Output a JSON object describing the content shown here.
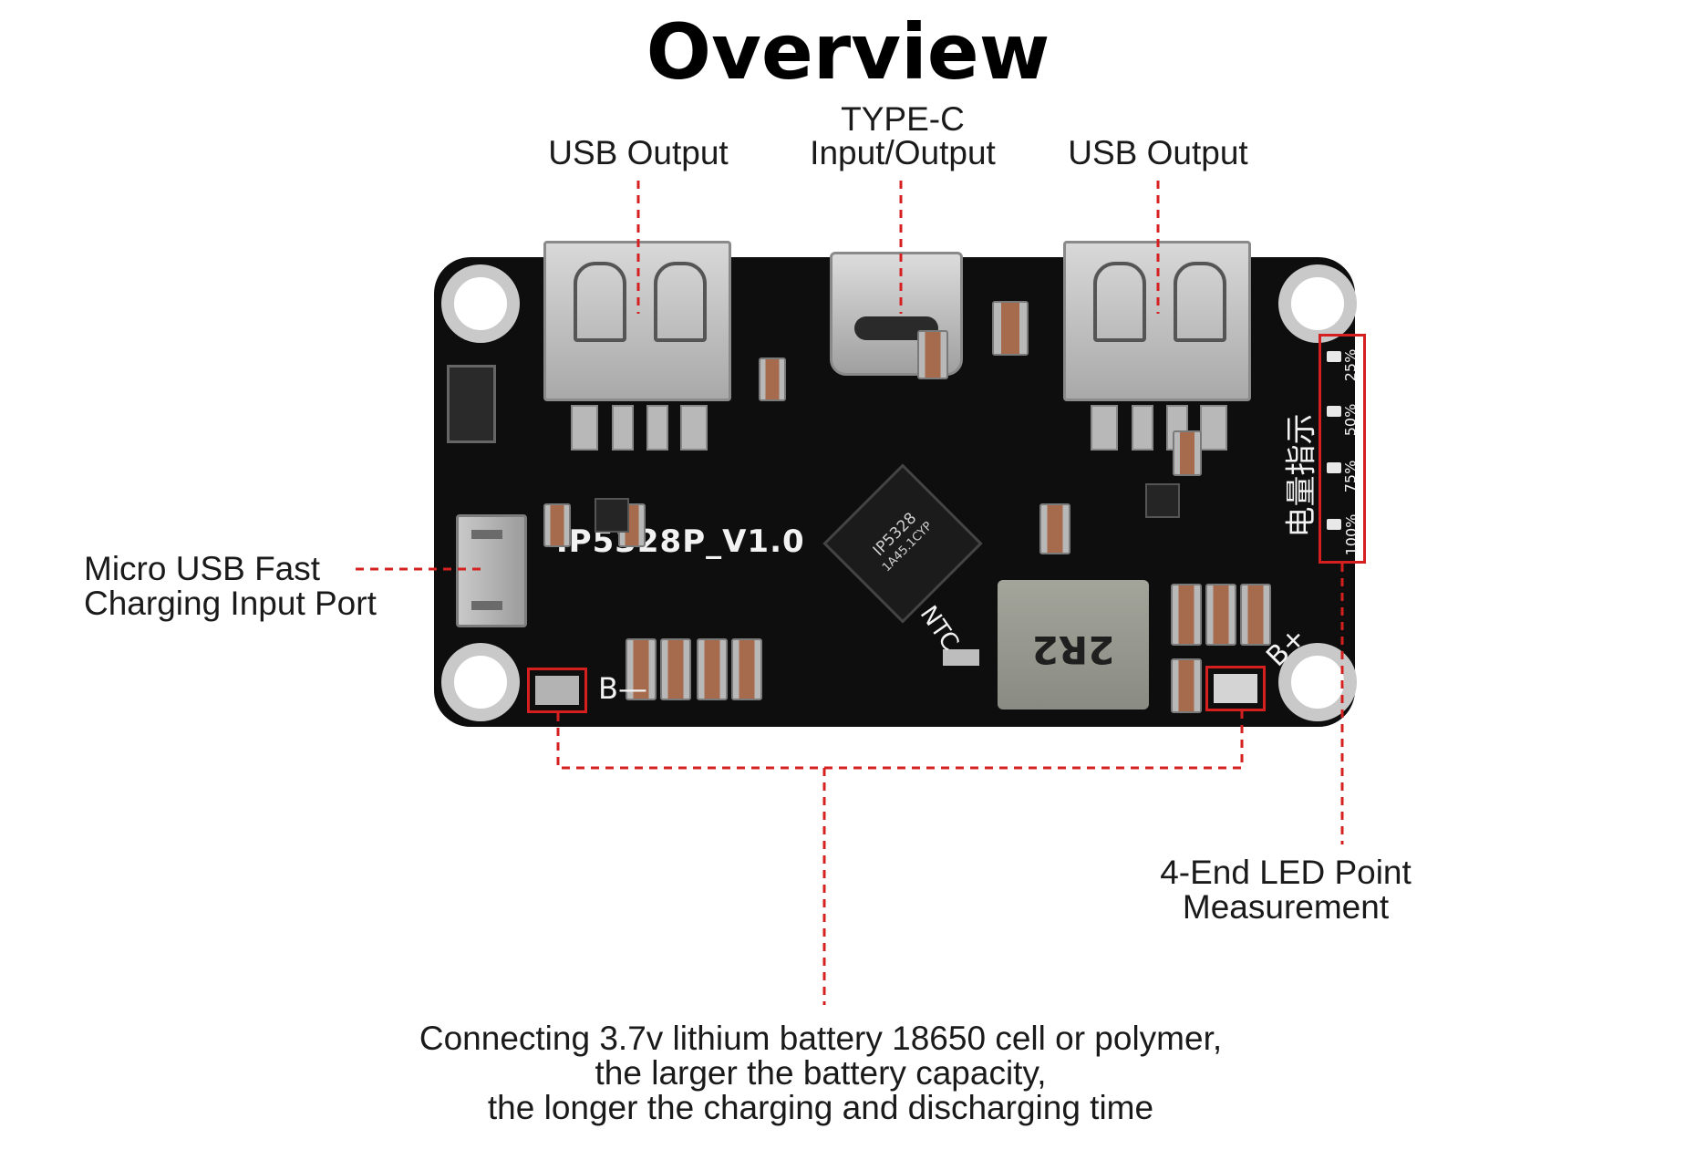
{
  "title": "Overview",
  "labels": {
    "usb_output_left": "USB Output",
    "typec_line1": "TYPE-C",
    "typec_line2": "Input/Output",
    "usb_output_right": "USB Output",
    "micro_usb_line1": "Micro USB Fast",
    "micro_usb_line2": "Charging Input Port",
    "led_line1": "4-End LED Point",
    "led_line2": "Measurement",
    "battery_line1": "Connecting 3.7v lithium battery 18650 cell or polymer,",
    "battery_line2": "the larger the battery capacity,",
    "battery_line3": "the longer the charging and discharging time"
  },
  "board": {
    "model": "IP5328P_V1.0",
    "chip_line1": "IP5328",
    "chip_line2": "1A45.1CYP",
    "inductor_mark": "2R2",
    "ntc": "NTC",
    "b_minus": "B—",
    "b_plus": "B+",
    "indicator_cn": "电量指示",
    "led_levels": [
      "25%",
      "50%",
      "75%",
      "100%"
    ]
  },
  "colors": {
    "annotation_red": "#d62020",
    "board_black": "#0e0e0e"
  }
}
